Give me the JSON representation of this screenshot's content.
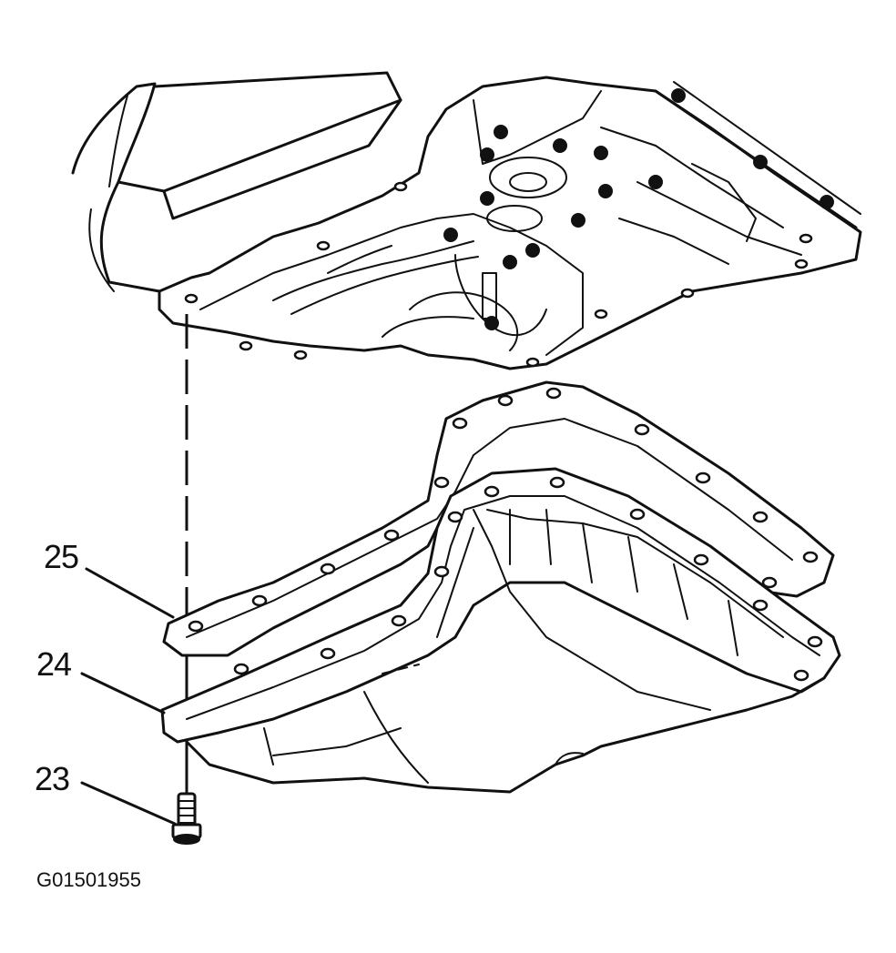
{
  "figure": {
    "id_text": "G01501955",
    "callouts": [
      {
        "number": "25",
        "part": "pan-gasket"
      },
      {
        "number": "24",
        "part": "oil-pan"
      },
      {
        "number": "23",
        "part": "pan-bolt"
      }
    ]
  },
  "style": {
    "ink_color": "#111111",
    "background": "#ffffff"
  }
}
